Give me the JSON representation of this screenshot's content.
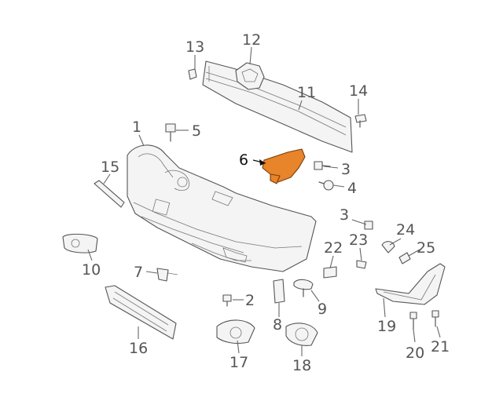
{
  "diagram": {
    "highlight_color": "#e8842a",
    "line_color": "#555555",
    "callouts": [
      {
        "id": "c1",
        "label": "1"
      },
      {
        "id": "c2",
        "label": "2"
      },
      {
        "id": "c3a",
        "label": "3"
      },
      {
        "id": "c3b",
        "label": "3"
      },
      {
        "id": "c4",
        "label": "4"
      },
      {
        "id": "c5",
        "label": "5"
      },
      {
        "id": "c6",
        "label": "6"
      },
      {
        "id": "c7",
        "label": "7"
      },
      {
        "id": "c8",
        "label": "8"
      },
      {
        "id": "c9",
        "label": "9"
      },
      {
        "id": "c10",
        "label": "10"
      },
      {
        "id": "c11",
        "label": "11"
      },
      {
        "id": "c12",
        "label": "12"
      },
      {
        "id": "c13",
        "label": "13"
      },
      {
        "id": "c14",
        "label": "14"
      },
      {
        "id": "c15",
        "label": "15"
      },
      {
        "id": "c16",
        "label": "16"
      },
      {
        "id": "c17",
        "label": "17"
      },
      {
        "id": "c18",
        "label": "18"
      },
      {
        "id": "c19",
        "label": "19"
      },
      {
        "id": "c20",
        "label": "20"
      },
      {
        "id": "c21",
        "label": "21"
      },
      {
        "id": "c22",
        "label": "22"
      },
      {
        "id": "c23",
        "label": "23"
      },
      {
        "id": "c24",
        "label": "24"
      },
      {
        "id": "c25",
        "label": "25"
      }
    ]
  }
}
